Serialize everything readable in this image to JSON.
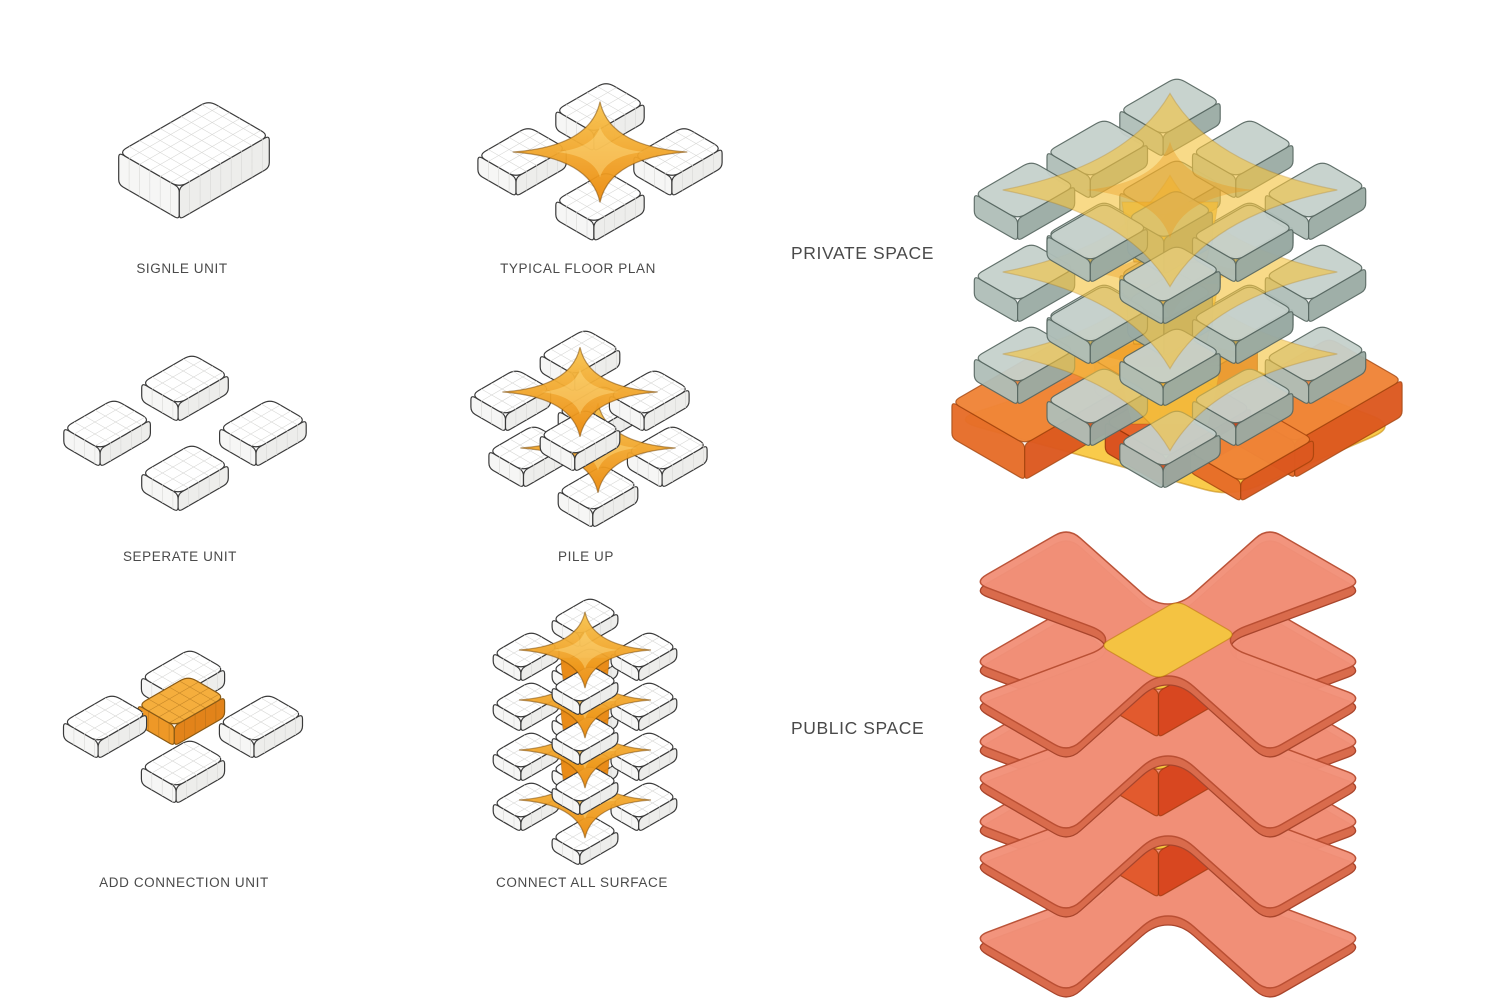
{
  "diagram": {
    "steps": [
      {
        "id": "single-unit",
        "label": "SIGNLE UNIT"
      },
      {
        "id": "typical-floor-plan",
        "label": "TYPICAL FLOOR PLAN"
      },
      {
        "id": "seperate-unit",
        "label": "SEPERATE UNIT"
      },
      {
        "id": "pile-up",
        "label": "PILE UP"
      },
      {
        "id": "add-connection-unit",
        "label": "ADD CONNECTION UNIT"
      },
      {
        "id": "connect-all-surface",
        "label": "CONNECT ALL SURFACE"
      }
    ],
    "spaces": [
      {
        "id": "private-space",
        "label": "PRIVATE SPACE"
      },
      {
        "id": "public-space",
        "label": "PUBLIC SPACE"
      }
    ]
  },
  "colors": {
    "background": "#FFFFFF",
    "outline": "#3A3A3A",
    "grid_line": "#D8D8D6",
    "unit_white": "#FFFFFF",
    "membrane_orange": "#EC8A0C",
    "membrane_orange_light": "#F8C44E",
    "connection_orange": "#F5AE3D",
    "private_unit_gray": "#C6D1CC",
    "private_membrane_yellow": "#F5C440",
    "platform_yellow": "#F9C83E",
    "ground_orange": "#F08437",
    "core_red": "#E2592C",
    "plate_salmon": "#F29179",
    "plate_outline": "#B94F33",
    "label_text": "#4A4A4A"
  }
}
